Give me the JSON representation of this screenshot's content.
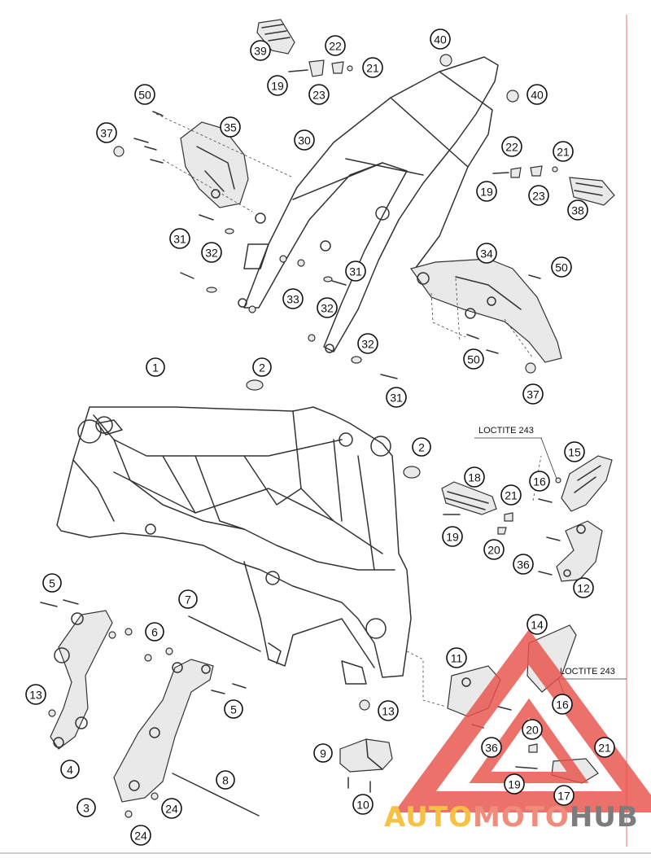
{
  "diagram": {
    "callouts": [
      {
        "id": "c39",
        "label": "39"
      },
      {
        "id": "c22a",
        "label": "22"
      },
      {
        "id": "c21a",
        "label": "21"
      },
      {
        "id": "c19a",
        "label": "19"
      },
      {
        "id": "c23a",
        "label": "23"
      },
      {
        "id": "c40a",
        "label": "40"
      },
      {
        "id": "c40b",
        "label": "40"
      },
      {
        "id": "c50a",
        "label": "50"
      },
      {
        "id": "c35",
        "label": "35"
      },
      {
        "id": "c37a",
        "label": "37"
      },
      {
        "id": "c30",
        "label": "30"
      },
      {
        "id": "c22b",
        "label": "22"
      },
      {
        "id": "c21b",
        "label": "21"
      },
      {
        "id": "c19b",
        "label": "19"
      },
      {
        "id": "c23b",
        "label": "23"
      },
      {
        "id": "c38",
        "label": "38"
      },
      {
        "id": "c31a",
        "label": "31"
      },
      {
        "id": "c32a",
        "label": "32"
      },
      {
        "id": "c34",
        "label": "34"
      },
      {
        "id": "c50b",
        "label": "50"
      },
      {
        "id": "c31b",
        "label": "31"
      },
      {
        "id": "c33",
        "label": "33"
      },
      {
        "id": "c32b",
        "label": "32"
      },
      {
        "id": "c32c",
        "label": "32"
      },
      {
        "id": "c50c",
        "label": "50"
      },
      {
        "id": "c37b",
        "label": "37"
      },
      {
        "id": "c31c",
        "label": "31"
      },
      {
        "id": "c1",
        "label": "1"
      },
      {
        "id": "c2a",
        "label": "2"
      },
      {
        "id": "c2b",
        "label": "2"
      },
      {
        "id": "c15",
        "label": "15"
      },
      {
        "id": "c16a",
        "label": "16"
      },
      {
        "id": "c18",
        "label": "18"
      },
      {
        "id": "c21c",
        "label": "21"
      },
      {
        "id": "c19c",
        "label": "19"
      },
      {
        "id": "c20a",
        "label": "20"
      },
      {
        "id": "c36a",
        "label": "36"
      },
      {
        "id": "c12",
        "label": "12"
      },
      {
        "id": "c5a",
        "label": "5"
      },
      {
        "id": "c7",
        "label": "7"
      },
      {
        "id": "c6",
        "label": "6"
      },
      {
        "id": "c13a",
        "label": "13"
      },
      {
        "id": "c4",
        "label": "4"
      },
      {
        "id": "c5b",
        "label": "5"
      },
      {
        "id": "c14",
        "label": "14"
      },
      {
        "id": "c11",
        "label": "11"
      },
      {
        "id": "c13b",
        "label": "13"
      },
      {
        "id": "c16b",
        "label": "16"
      },
      {
        "id": "c9",
        "label": "9"
      },
      {
        "id": "c20b",
        "label": "20"
      },
      {
        "id": "c36b",
        "label": "36"
      },
      {
        "id": "c21d",
        "label": "21"
      },
      {
        "id": "c8",
        "label": "8"
      },
      {
        "id": "c10",
        "label": "10"
      },
      {
        "id": "c19d",
        "label": "19"
      },
      {
        "id": "c17",
        "label": "17"
      },
      {
        "id": "c3",
        "label": "3"
      },
      {
        "id": "c24a",
        "label": "24"
      },
      {
        "id": "c24b",
        "label": "24"
      }
    ],
    "notes": [
      {
        "id": "n1",
        "text": "LOCTITE 243"
      },
      {
        "id": "n2",
        "text": "LOCTITE 243"
      }
    ]
  },
  "watermark": {
    "text": "AUTOMOTOHUB",
    "parts": [
      "AUTO",
      "MOTO",
      "HUB"
    ],
    "colors": {
      "auto": "#f6c244",
      "moto": "#f08c7c",
      "hub": "#7c7c7c",
      "triangle": "#e8524a"
    }
  }
}
